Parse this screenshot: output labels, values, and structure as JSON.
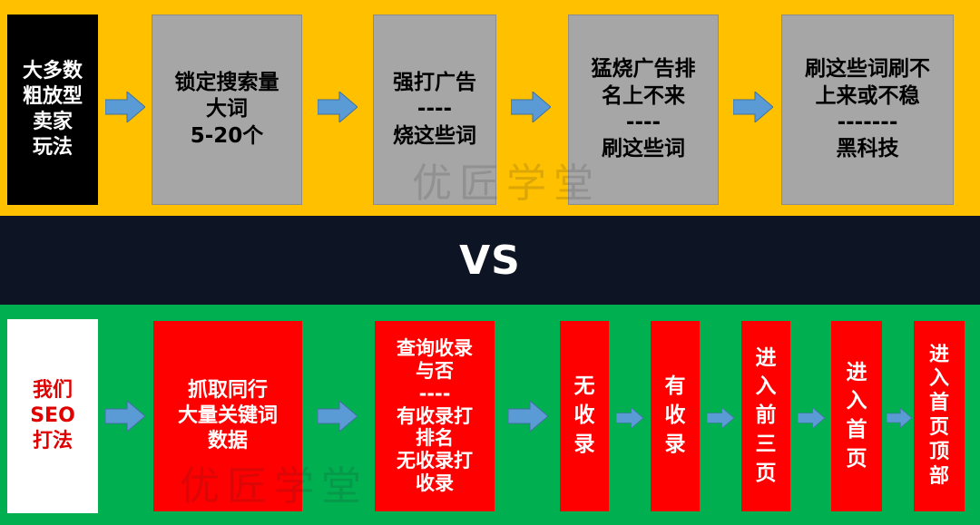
{
  "top_section": {
    "label_lines": [
      "大多数",
      "粗放型",
      "卖家",
      "玩法"
    ],
    "steps": [
      {
        "lines": [
          "锁定搜索量",
          "大词",
          "5-20个"
        ]
      },
      {
        "lines": [
          "强打广告",
          "----",
          "烧这些词"
        ]
      },
      {
        "lines": [
          "猛烧广告排",
          "名上不来",
          "----",
          "刷这些词"
        ]
      },
      {
        "lines": [
          "刷这些词刷不",
          "上来或不稳",
          "-------",
          "黑科技"
        ]
      }
    ]
  },
  "divider": {
    "text": "VS"
  },
  "bottom_section": {
    "label_lines": [
      "我们",
      "SEO",
      "打法"
    ],
    "steps": [
      {
        "lines": [
          "抓取同行",
          "大量关键词",
          "数据"
        ]
      },
      {
        "lines": [
          "查询收录",
          "与否",
          "----",
          "有收录打",
          "排名",
          "无收录打",
          "收录"
        ]
      },
      {
        "lines": [
          "无",
          "收",
          "录"
        ]
      },
      {
        "lines": [
          "有",
          "收",
          "录"
        ]
      },
      {
        "lines": [
          "进",
          "入",
          "前",
          "三",
          "页"
        ]
      },
      {
        "lines": [
          "进",
          "入",
          "首",
          "页"
        ]
      },
      {
        "lines": [
          "进",
          "入",
          "首",
          "页",
          "顶",
          "部"
        ]
      }
    ]
  },
  "watermark": "优匠学堂",
  "colors": {
    "top_band": "#ffc000",
    "middle_band": "#0d1424",
    "bottom_band": "#00b050",
    "gray_box": "#a6a6a6",
    "red_box": "#ff0000",
    "arrow": "#5b9bd5"
  }
}
